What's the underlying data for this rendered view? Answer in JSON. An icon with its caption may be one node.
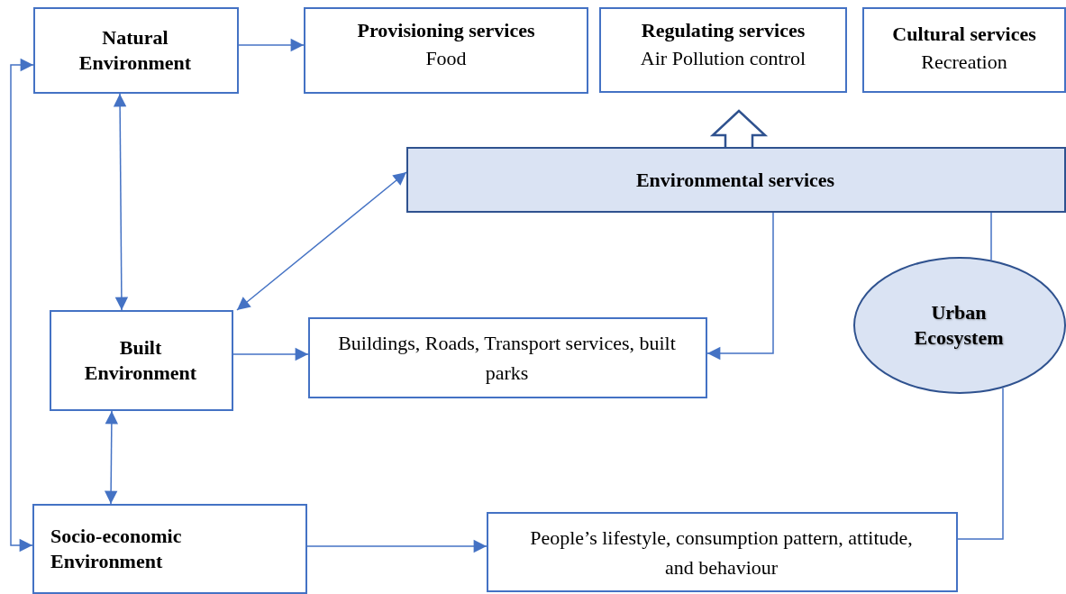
{
  "diagram": {
    "nodes": [
      {
        "text": [
          "Natural Environment"
        ]
      },
      {
        "text": [
          "Provisioning services",
          "Food"
        ]
      },
      {
        "text": [
          "Regulating services",
          "Air Pollution control"
        ]
      },
      {
        "text": [
          "Cultural services",
          "Recreation"
        ]
      },
      {
        "text": [
          "Environmental services"
        ]
      },
      {
        "text": [
          "Urban Ecosystem"
        ]
      },
      {
        "text": [
          "Built Environment"
        ]
      },
      {
        "text": [
          "Buildings, Roads, Transport services, built parks"
        ]
      },
      {
        "text": [
          "Socio-economic Environment"
        ]
      },
      {
        "text": [
          "People’s lifestyle, consumption pattern, attitude, and behaviour"
        ]
      }
    ],
    "edges": [
      {
        "from": 0,
        "to": 1,
        "arrow": "to"
      },
      {
        "from": 4,
        "to": 2,
        "arrow": "to",
        "style": "thick"
      },
      {
        "from": 0,
        "to": 6,
        "arrow": "both"
      },
      {
        "from": 6,
        "to": 4,
        "arrow": "both"
      },
      {
        "from": 6,
        "to": 7,
        "arrow": "to"
      },
      {
        "from": 4,
        "to": 7,
        "arrow": "to"
      },
      {
        "from": 6,
        "to": 8,
        "arrow": "both"
      },
      {
        "from": 8,
        "to": 0,
        "arrow": "both"
      },
      {
        "from": 8,
        "to": 9,
        "arrow": "to"
      },
      {
        "from": 5,
        "to": 4,
        "arrow": "none"
      },
      {
        "from": 9,
        "to": 5,
        "arrow": "none"
      }
    ]
  }
}
